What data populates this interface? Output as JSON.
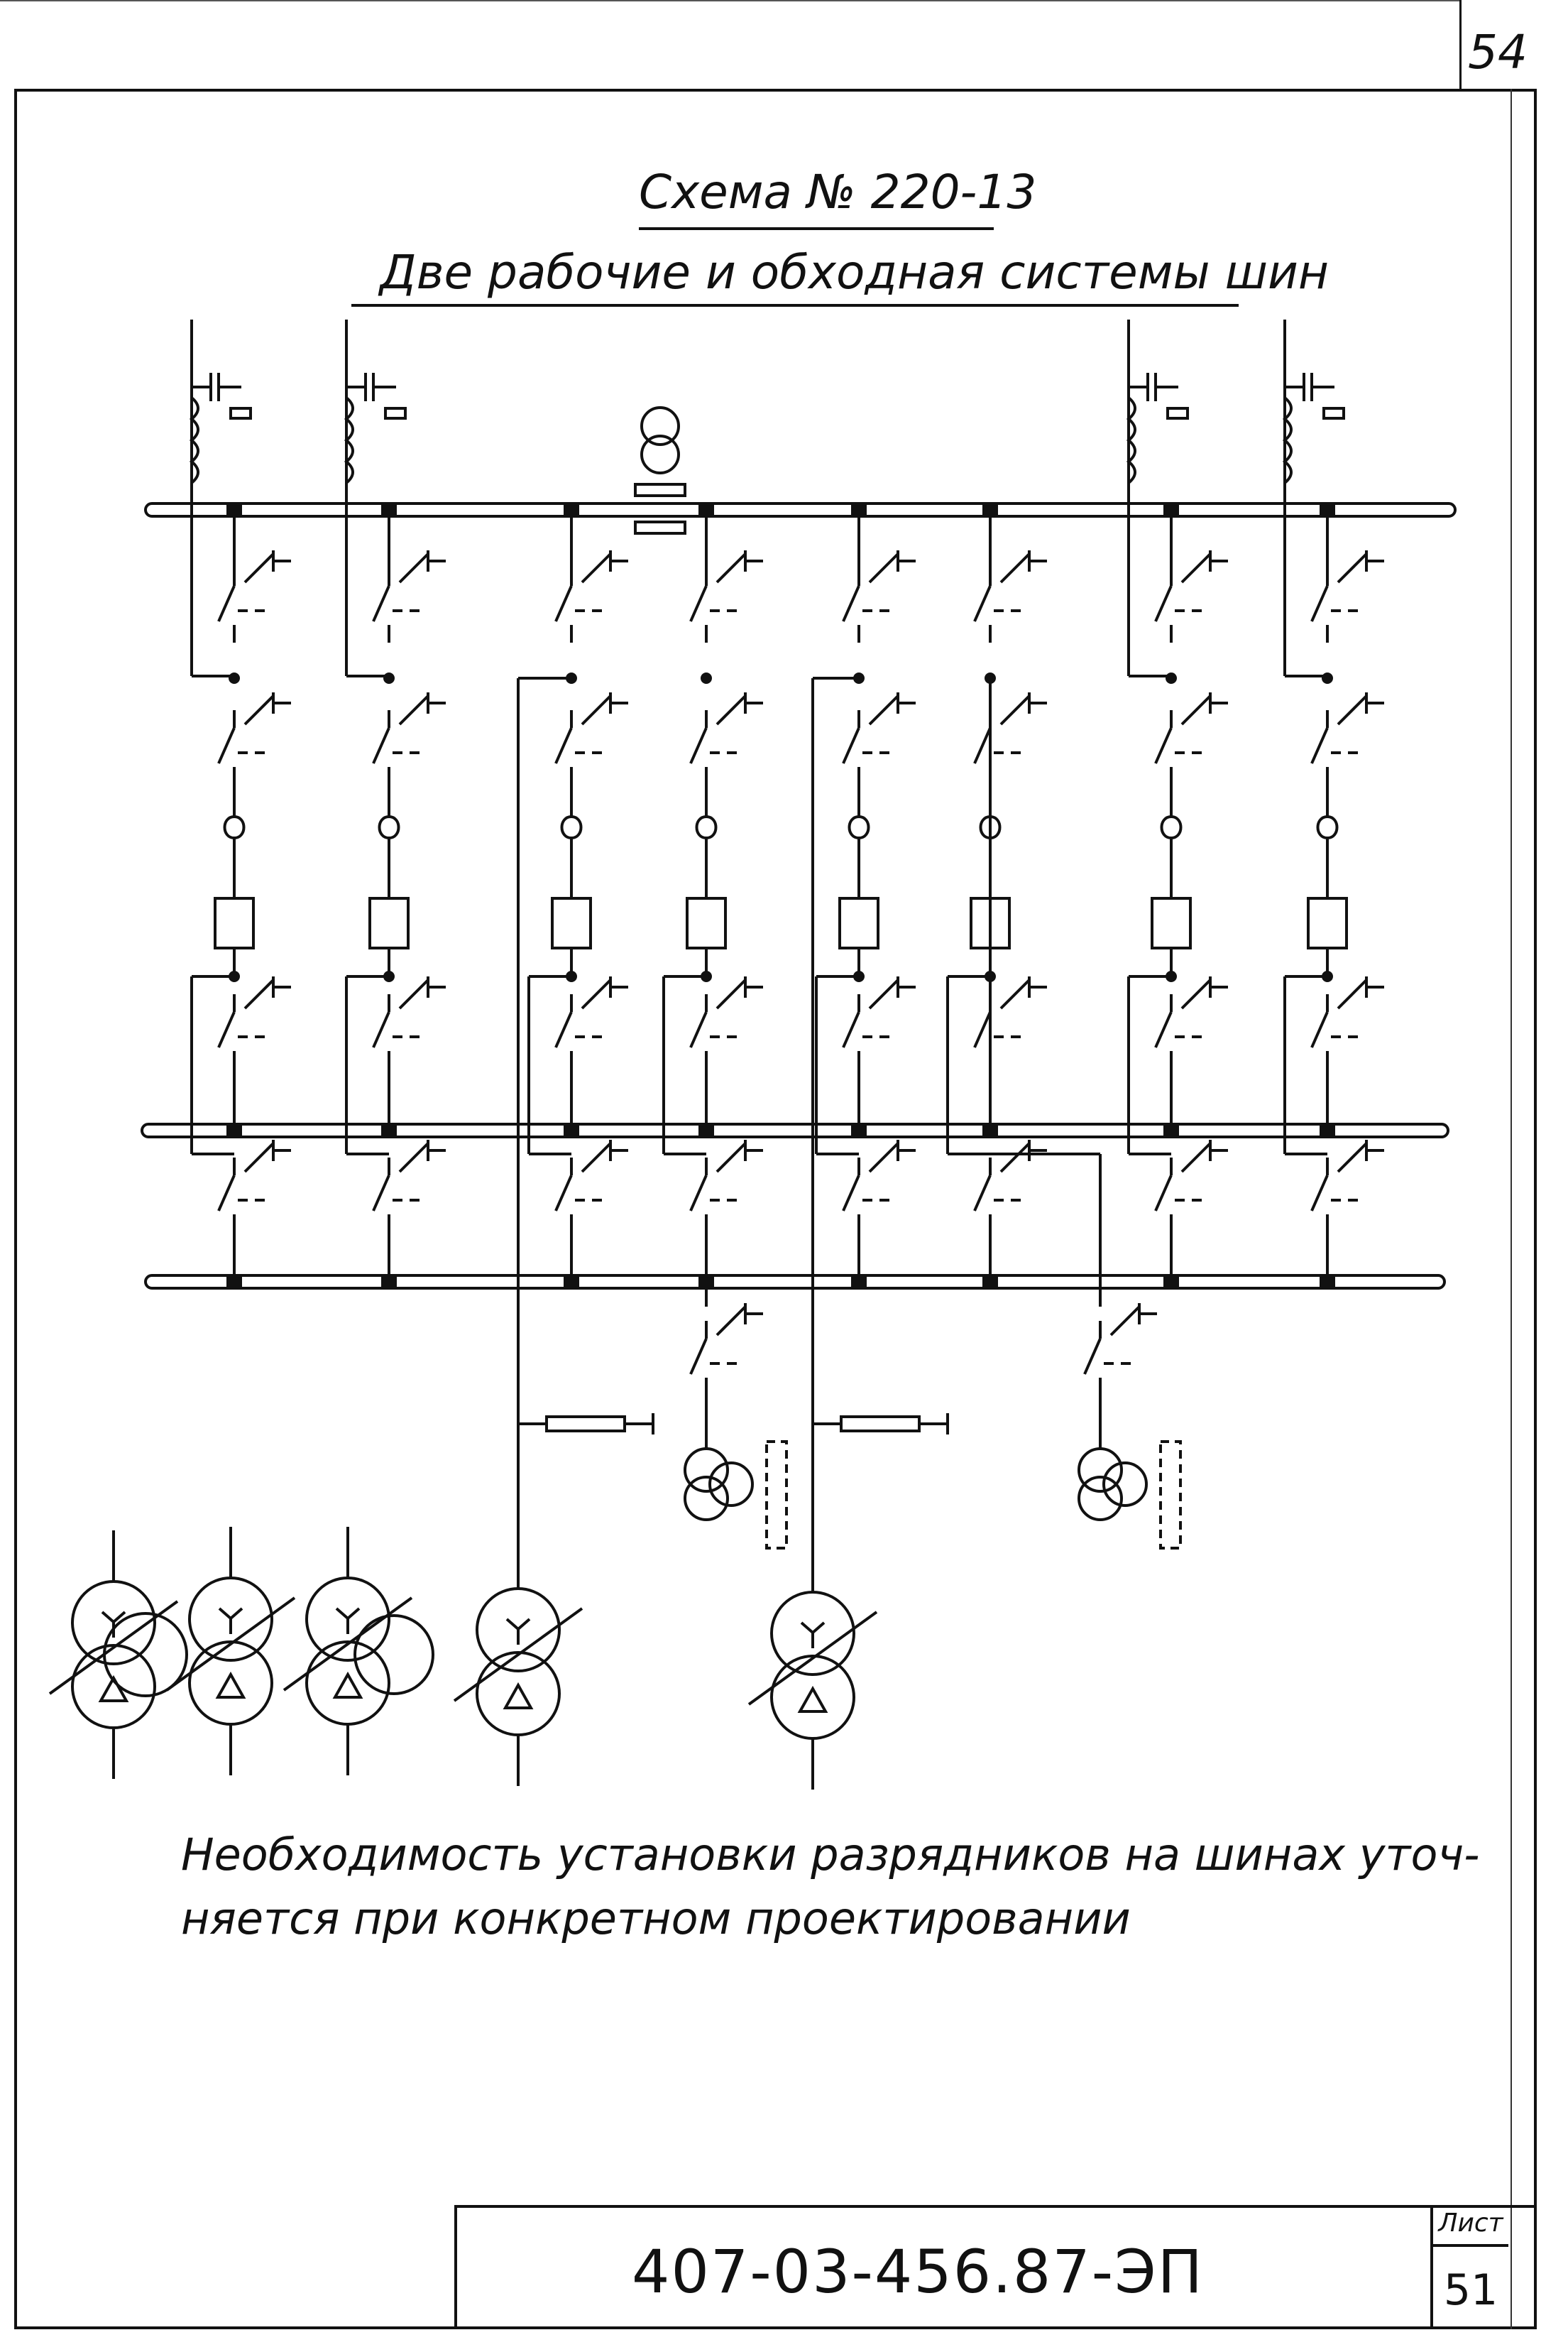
{
  "page": {
    "number": "54"
  },
  "title": {
    "line1": "Схема № 220-13",
    "line2": "Две рабочие и обходная системы шин"
  },
  "note": {
    "line1": "Необходимость установки разрядников на шинах уточ-",
    "line2": "няется при конкретном проектировании"
  },
  "stamp": {
    "document_code": "407-03-456.87-ЭП",
    "sheet_label": "Лист",
    "sheet_number": "51"
  },
  "colors": {
    "ink": "#111111",
    "paper": "#ffffff"
  }
}
